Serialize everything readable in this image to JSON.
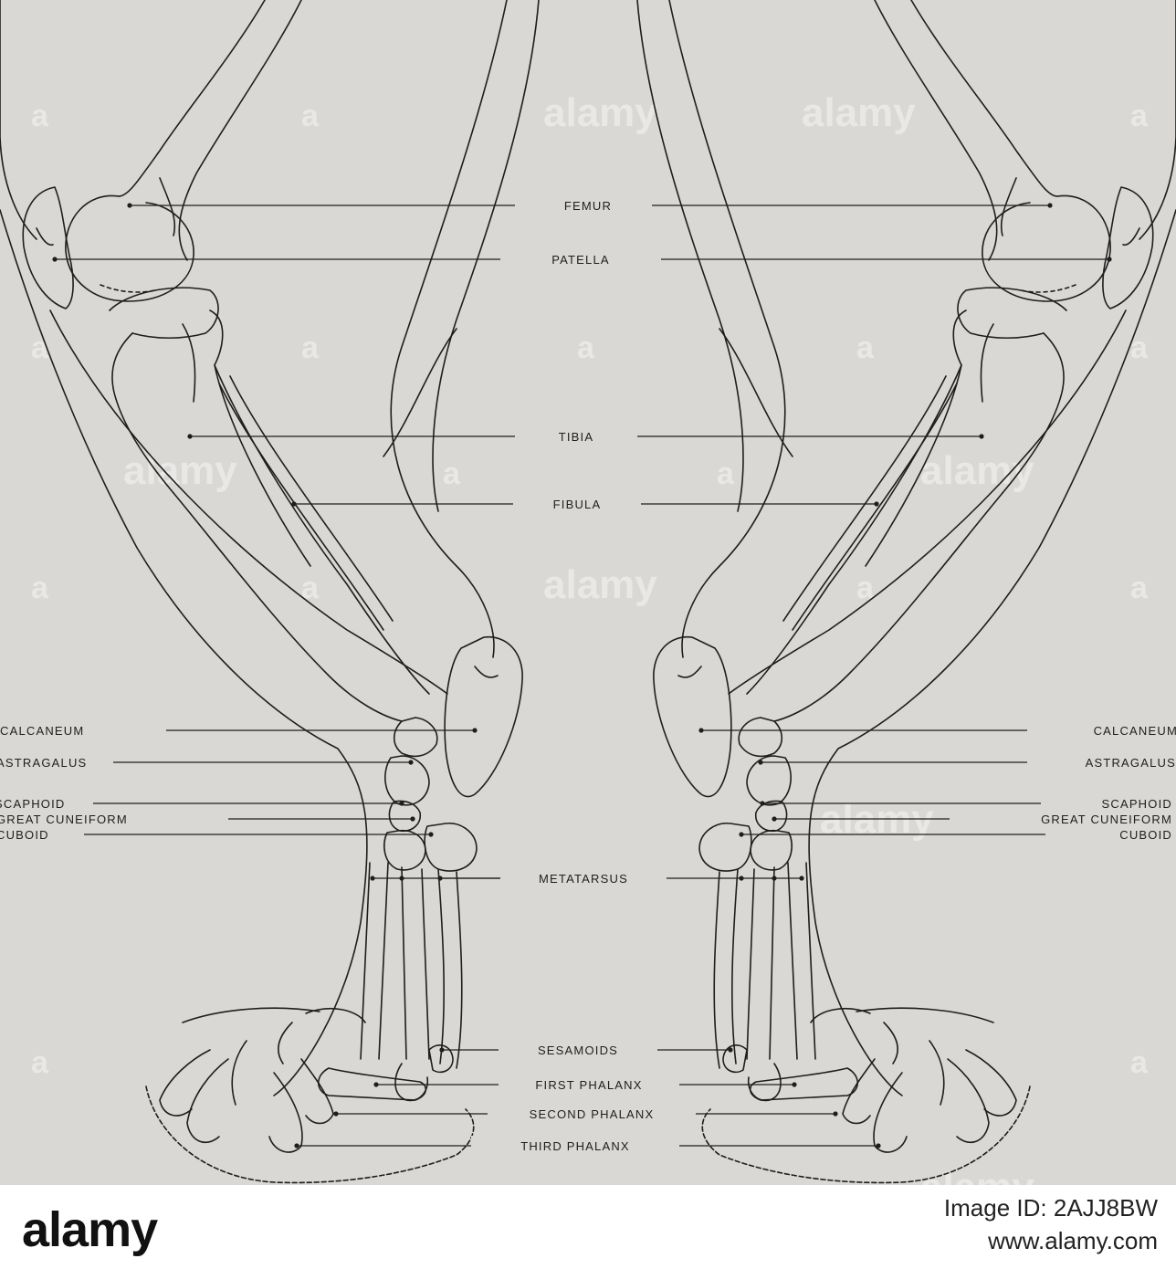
{
  "labels": {
    "femur": "FEMUR",
    "patella": "PATELLA",
    "tibia": "TIBIA",
    "fibula": "FIBULA",
    "calcaneum": "CALCANEUM",
    "astragalus": "ASTRAGALUS",
    "scaphoid": "SCAPHOID",
    "great_cuneiform": "GREAT CUNEIFORM",
    "cuboid": "CUBOID",
    "metatarsus": "METATARSUS",
    "sesamoids": "SESAMOIDS",
    "first_phalanx": "FIRST PHALANX",
    "second_phalanx": "SECOND PHALANX",
    "third_phalanx": "THIRD PHALANX"
  },
  "watermark": {
    "text": "alamy",
    "tile_letter": "a"
  },
  "footer": {
    "brand": "alamy",
    "image_id": "Image ID: 2AJJ8BW",
    "site": "www.alamy.com"
  },
  "colors": {
    "plate": "#d9d8d4",
    "ink": "#1e1e1e",
    "footer": "#ffffff"
  }
}
